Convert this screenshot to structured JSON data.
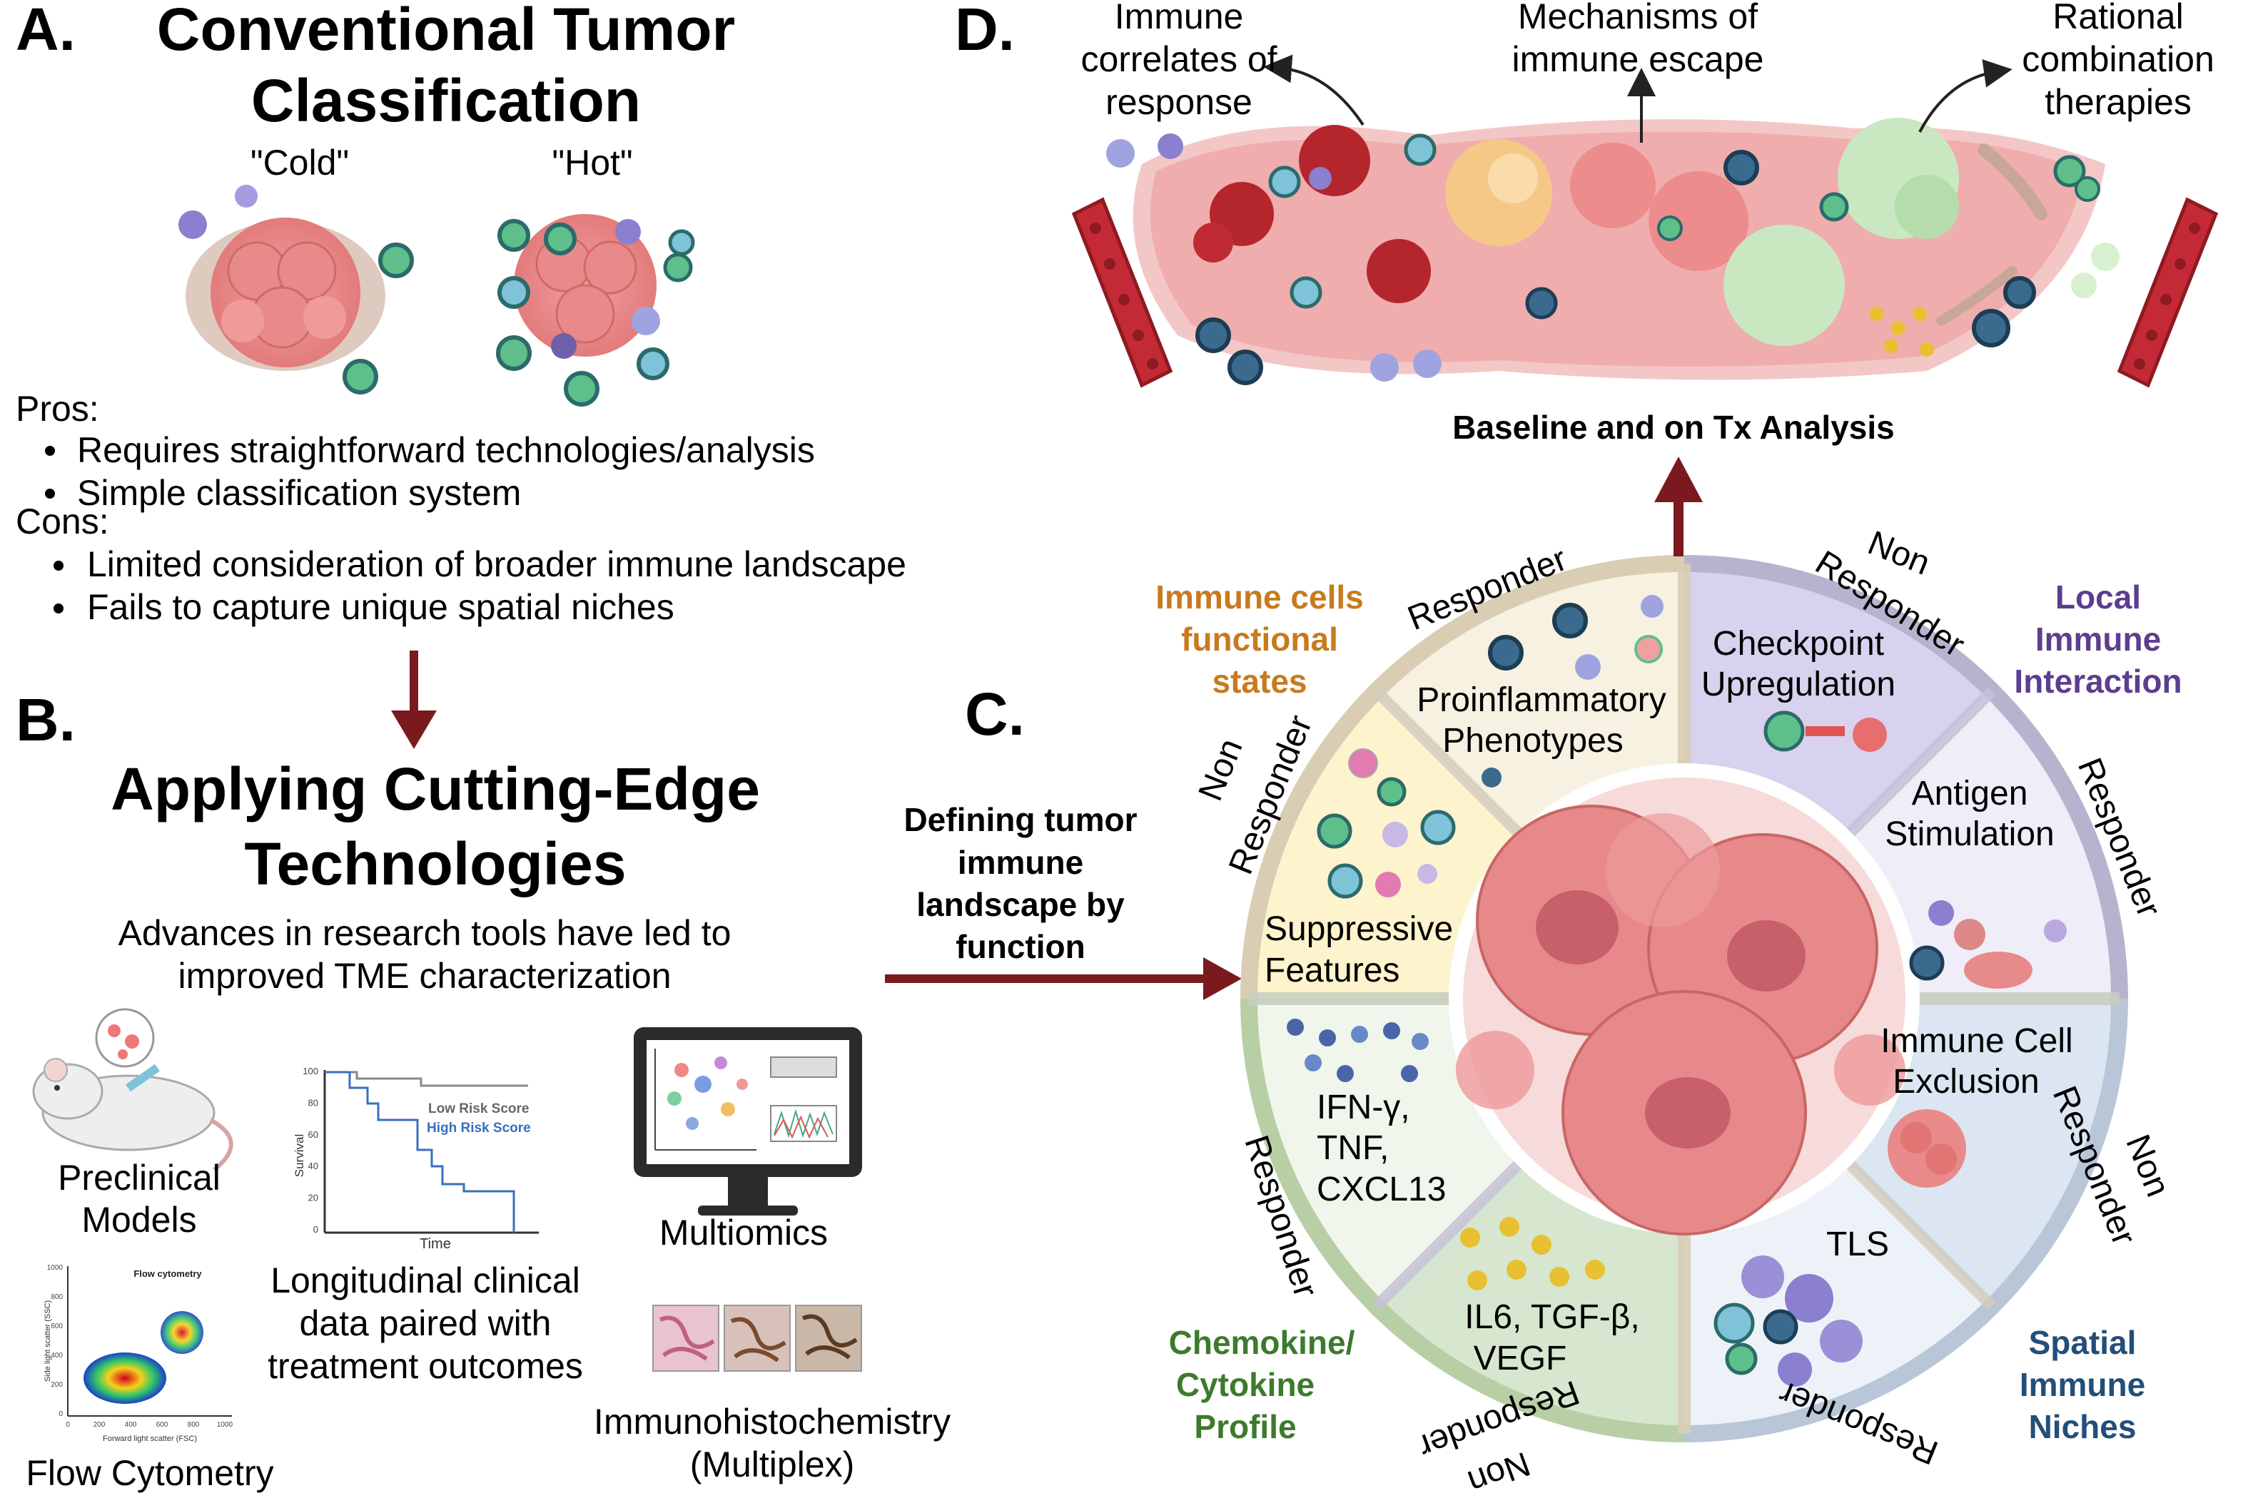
{
  "panel_a": {
    "letter": "A.",
    "title_line1": "Conventional Tumor",
    "title_line2": "Classification",
    "cold_label": "\"Cold\"",
    "hot_label": "\"Hot\"",
    "pros_label": "Pros:",
    "pros": [
      "Requires straightforward technologies/analysis",
      "Simple classification system"
    ],
    "cons_label": "Cons:",
    "cons": [
      "Limited consideration of broader immune landscape",
      "Fails to capture unique spatial niches"
    ]
  },
  "panel_b": {
    "letter": "B.",
    "title_line1": "Applying Cutting-Edge",
    "title_line2": "Technologies",
    "subtitle_line1": "Advances in research tools have led to",
    "subtitle_line2": "improved TME characterization",
    "preclinical_line1": "Preclinical",
    "preclinical_line2": "Models",
    "km": {
      "low_risk": "Low Risk Score",
      "high_risk": "High Risk Score",
      "ylabel": "Survival",
      "xlabel": "Time",
      "yticks": [
        "100",
        "80",
        "60",
        "40",
        "20",
        "0"
      ]
    },
    "longitudinal_line1": "Longitudinal clinical",
    "longitudinal_line2": "data paired with",
    "longitudinal_line3": "treatment outcomes",
    "multiomics": "Multiomics",
    "flow": {
      "plot_title": "Flow cytometry",
      "ylabel": "Side light scatter (SSC)",
      "xlabel": "Forward light scatter (FSC)",
      "xticks": [
        "0",
        "200",
        "400",
        "600",
        "800",
        "1000"
      ],
      "yticks": [
        "1000",
        "800",
        "600",
        "400",
        "200",
        "0"
      ],
      "label": "Flow Cytometry"
    },
    "ihc_line1": "Immunohistochemistry",
    "ihc_line2": "(Multiplex)"
  },
  "panel_c": {
    "letter": "C.",
    "arrow_line1": "Defining tumor",
    "arrow_line2": "immune",
    "arrow_line3": "landscape by",
    "arrow_line4": "function",
    "category_immune_line1": "Immune cells",
    "category_immune_line2": "functional",
    "category_immune_line3": "states",
    "category_local_line1": "Local",
    "category_local_line2": "Immune",
    "category_local_line3": "Interaction",
    "category_chemokine_line1": "Chemokine/",
    "category_chemokine_line2": "Cytokine",
    "category_chemokine_line3": "Profile",
    "category_spatial_line1": "Spatial",
    "category_spatial_line2": "Immune",
    "category_spatial_line3": "Niches",
    "responder": "Responder",
    "non": "Non",
    "seg_proinflammatory_line1": "Proinflammatory",
    "seg_proinflammatory_line2": "Phenotypes",
    "seg_checkpoint_line1": "Checkpoint",
    "seg_checkpoint_line2": "Upregulation",
    "seg_antigen_line1": "Antigen",
    "seg_antigen_line2": "Stimulation",
    "seg_exclusion_line1": "Immune Cell",
    "seg_exclusion_line2": "Exclusion",
    "seg_tls": "TLS",
    "seg_il6_line1": "IL6, TGF-β,",
    "seg_il6_line2": "VEGF",
    "seg_ifn_line1": "IFN-γ,",
    "seg_ifn_line2": "TNF,",
    "seg_ifn_line3": "CXCL13",
    "seg_suppressive_line1": "Suppressive",
    "seg_suppressive_line2": "Features"
  },
  "panel_d": {
    "letter": "D.",
    "correlates_line1": "Immune",
    "correlates_line2": "correlates of",
    "correlates_line3": "response",
    "escape_line1": "Mechanisms of",
    "escape_line2": "immune escape",
    "combination_line1": "Rational",
    "combination_line2": "combination",
    "combination_line3": "therapies",
    "baseline": "Baseline and on Tx Analysis"
  },
  "colors": {
    "arrow": "#7a1a1f",
    "immune_states_text": "#c77a1e",
    "local_text": "#5c3d8f",
    "chemokine_text": "#3c7a2c",
    "spatial_text": "#234e79",
    "ring_tan": "#d9ceb4",
    "ring_lavender": "#b9b2cf",
    "ring_green": "#b8cfa6",
    "ring_blue": "#b8c6d8"
  }
}
